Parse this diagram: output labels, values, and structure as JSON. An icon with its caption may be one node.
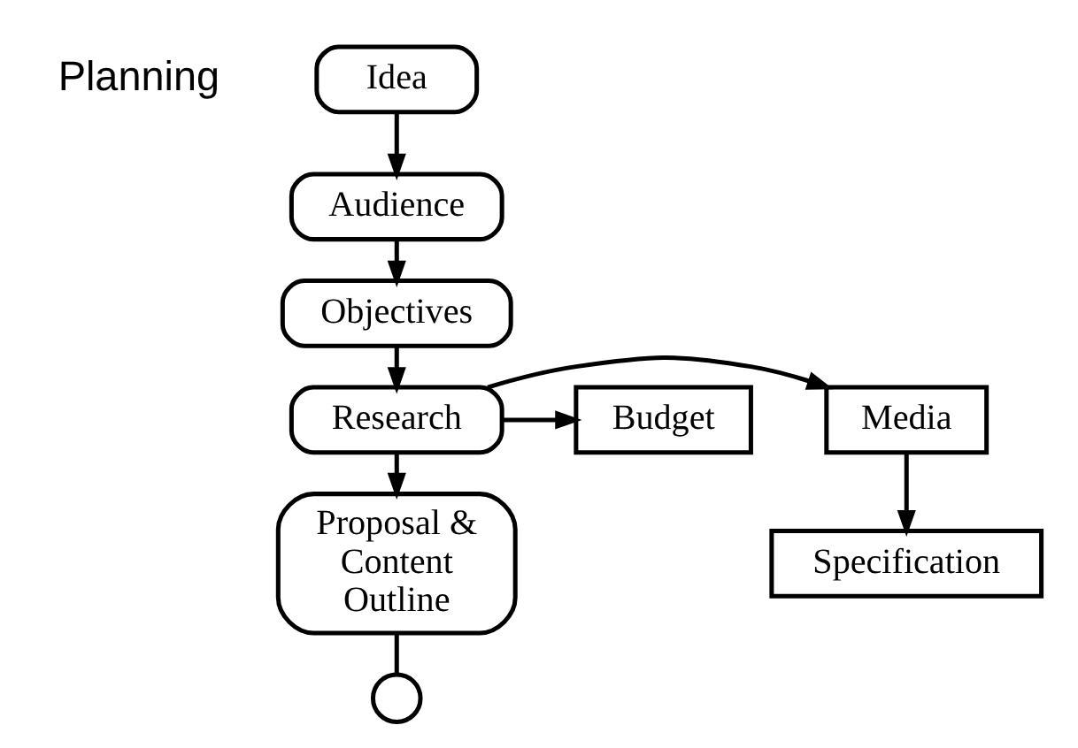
{
  "diagram": {
    "nodes": [
      {
        "text": [
          "Idea"
        ]
      },
      {
        "text": [
          "Audience"
        ]
      },
      {
        "text": [
          "Objectives"
        ]
      },
      {
        "text": [
          "Research"
        ]
      },
      {
        "text": [
          "Media"
        ]
      },
      {
        "text": [
          "Budget"
        ]
      },
      {
        "text": [
          "Specification"
        ]
      },
      {
        "text": [
          "Proposal & Content Outline"
        ]
      },
      {
        "text": [],
        "shape": "circle"
      }
    ],
    "edges": [
      {
        "from": 0,
        "to": 1,
        "arrow": "to"
      },
      {
        "from": 1,
        "to": 2,
        "arrow": "to"
      },
      {
        "from": 2,
        "to": 3,
        "arrow": "to"
      },
      {
        "from": 3,
        "to": 4,
        "arrow": "to"
      },
      {
        "from": 3,
        "to": 5,
        "arrow": "to"
      },
      {
        "from": 4,
        "to": 6,
        "arrow": "to"
      },
      {
        "from": 3,
        "to": 7,
        "arrow": "to"
      },
      {
        "from": 7,
        "to": 8,
        "arrow": "none"
      }
    ],
    "labels": [
      "Planning"
    ]
  }
}
